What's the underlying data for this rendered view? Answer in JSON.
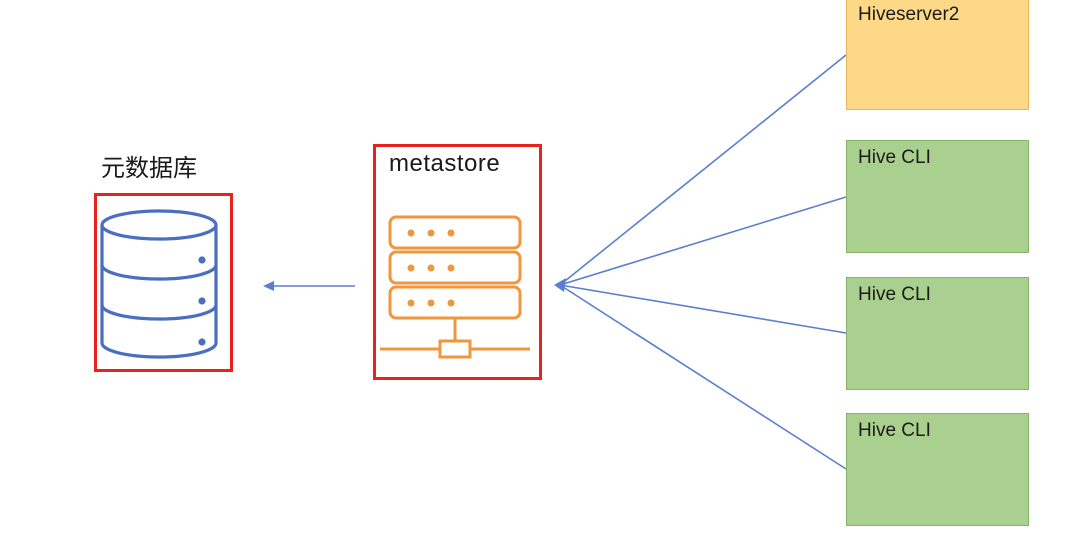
{
  "labels": {
    "database": "元数据库",
    "metastore": "metastore"
  },
  "clients": [
    {
      "label": "Hiveserver2"
    },
    {
      "label": "Hive CLI"
    },
    {
      "label": "Hive CLI"
    },
    {
      "label": "Hive CLI"
    }
  ],
  "colors": {
    "frame_red": "#e8231e",
    "db_blue": "#4a6fc0",
    "server_orange": "#f0963c",
    "line_blue": "#5b7fcf",
    "hs2_fill": "#fdd887",
    "cli_fill": "#a9d08e"
  },
  "icons": {
    "database": "database-cylinder-icon",
    "metastore": "server-rack-icon"
  }
}
